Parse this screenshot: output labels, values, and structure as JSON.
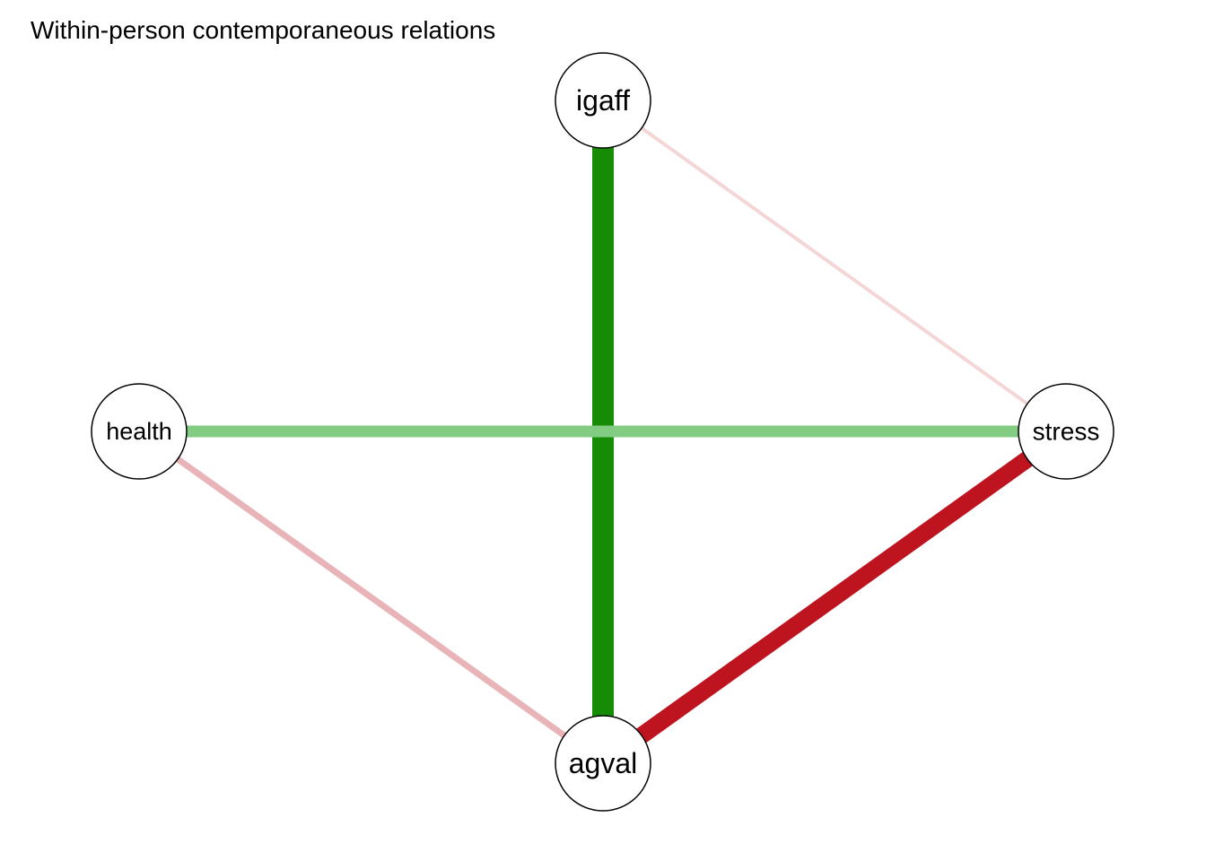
{
  "title": "Within-person contemporaneous relations",
  "nodes": [
    {
      "id": "igaff",
      "label": "igaff"
    },
    {
      "id": "health",
      "label": "health"
    },
    {
      "id": "stress",
      "label": "stress"
    },
    {
      "id": "agval",
      "label": "agval"
    }
  ],
  "edges": [
    {
      "id": "igaff-agval",
      "from": "igaff",
      "to": "agval",
      "sign": "positive",
      "color": "#168b05"
    },
    {
      "id": "health-stress",
      "from": "health",
      "to": "stress",
      "sign": "positive",
      "color": "#82cd83"
    },
    {
      "id": "agval-stress",
      "from": "agval",
      "to": "stress",
      "sign": "negative",
      "color": "#be1420"
    },
    {
      "id": "health-agval",
      "from": "health",
      "to": "agval",
      "sign": "negative",
      "color": "#e8b4b8"
    },
    {
      "id": "igaff-stress",
      "from": "igaff",
      "to": "stress",
      "sign": "negative",
      "color": "#f4d6d6"
    }
  ],
  "colors": {
    "positive": "#168b05",
    "negative": "#be1420",
    "node_fill": "#ffffff",
    "node_stroke": "#000000"
  }
}
